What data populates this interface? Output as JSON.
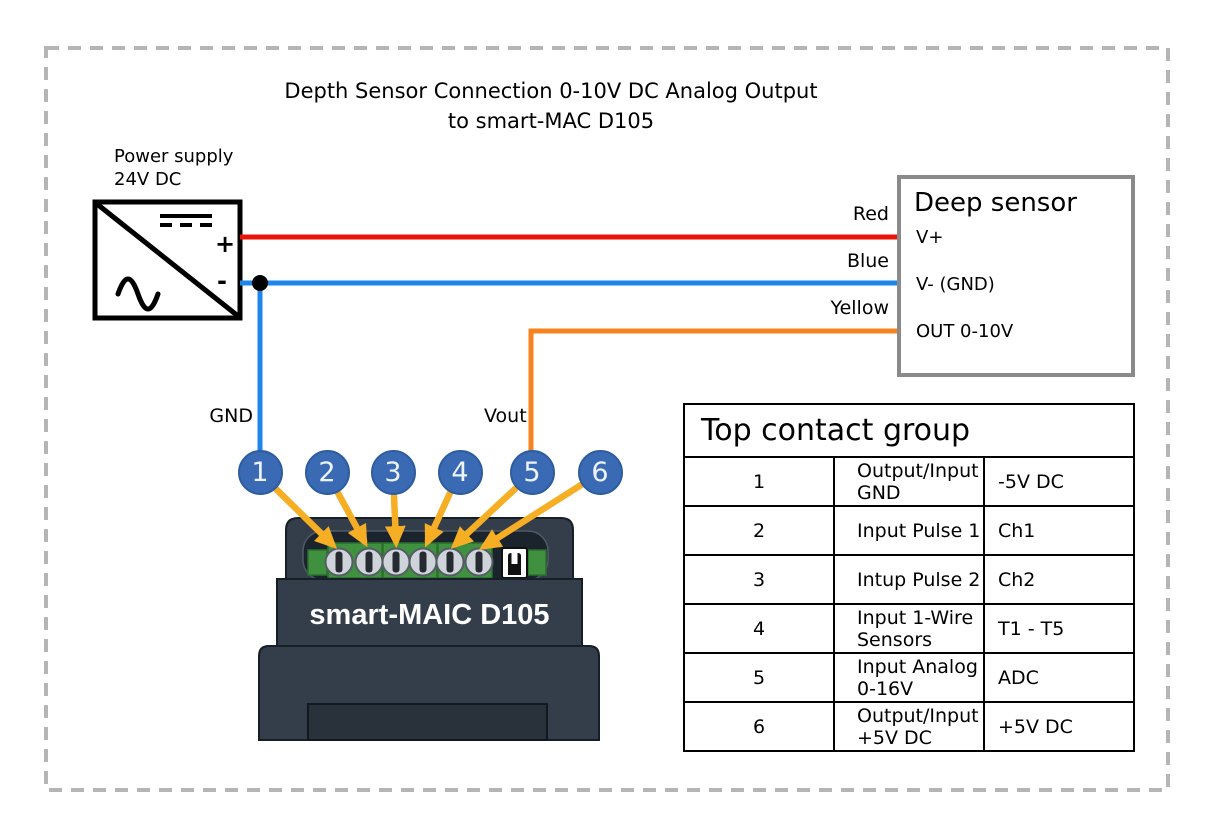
{
  "title": {
    "line1": "Depth Sensor Connection 0-10V DC Analog Output",
    "line2": "to smart-MAC D105"
  },
  "power_supply": {
    "label_line1": "Power supply",
    "label_line2": "24V DC",
    "plus": "+",
    "minus": "-"
  },
  "deep_sensor": {
    "title": "Deep sensor",
    "pins": [
      "V+",
      "V- (GND)",
      "OUT 0-10V"
    ]
  },
  "wires": [
    {
      "name": "red",
      "label": "Red",
      "color": "#e81309"
    },
    {
      "name": "blue",
      "label": "Blue",
      "color": "#1e86e9"
    },
    {
      "name": "yellow",
      "label": "Yellow",
      "color": "#f5831f"
    }
  ],
  "device": {
    "name": "smart-MAIC D105",
    "gnd_label": "GND",
    "vout_label": "Vout",
    "terminal_pins": [
      "1",
      "2",
      "3",
      "4",
      "5",
      "6"
    ]
  },
  "table": {
    "title": "Top contact group",
    "rows": [
      {
        "num": "1",
        "desc": "Output/Input GND",
        "val": "-5V DC"
      },
      {
        "num": "2",
        "desc": "Input Pulse 1",
        "val": "Ch1"
      },
      {
        "num": "3",
        "desc": "Intup Pulse 2",
        "val": "Ch2"
      },
      {
        "num": "4",
        "desc": "Input 1-Wire Sensors",
        "val": "T1 - T5"
      },
      {
        "num": "5",
        "desc": "Input Analog 0-16V",
        "val": "ADC"
      },
      {
        "num": "6",
        "desc": "Output/Input +5V DC",
        "val": "+5V DC"
      }
    ]
  },
  "colors": {
    "wire-red": "#e81309",
    "wire-blue": "#1e86e9",
    "wire-orange": "#f5831f",
    "arrow-yellow": "#f6ae24",
    "terminal-blue": "#3a6ab3",
    "terminal-blue-border": "#2e5d9f",
    "device-body": "#333e4a",
    "device-dark": "#1b242c",
    "device-edge": "#161e26",
    "terminal-green": "#3f9140",
    "border-gray": "#b5b5b5",
    "sensor-border": "#8a8a8a"
  }
}
